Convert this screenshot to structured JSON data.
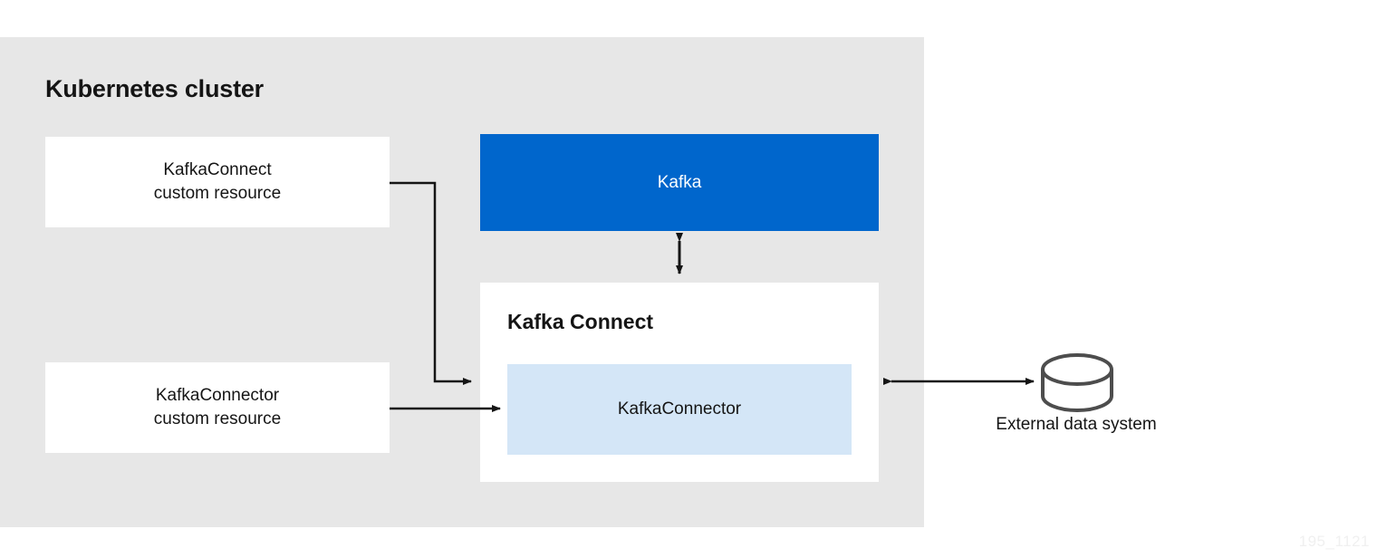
{
  "diagram": {
    "cluster": {
      "title": "Kubernetes cluster",
      "bg_color": "#e7e7e7"
    },
    "boxes": {
      "kafka_connect_cr": {
        "line1": "KafkaConnect",
        "line2": "custom resource",
        "fill": "#ffffff"
      },
      "kafka_connector_cr": {
        "line1": "KafkaConnector",
        "line2": "custom resource",
        "fill": "#ffffff"
      },
      "kafka": {
        "label": "Kafka",
        "fill": "#0066cc",
        "text_color": "#ffffff"
      },
      "kafka_connect": {
        "title": "Kafka Connect",
        "fill": "#ffffff"
      },
      "kafka_connector_instance": {
        "label": "KafkaConnector",
        "fill": "#d4e6f7"
      }
    },
    "external": {
      "label": "External data system",
      "icon": "database-cylinder-icon",
      "stroke": "#4d4d4d"
    },
    "connectors": {
      "kafka_to_connect": "bidirectional-vertical-arrow",
      "connect_to_external": "bidirectional-horizontal-arrow",
      "cr_to_connect": "elbow-arrow",
      "cr_to_connector": "straight-arrow",
      "stroke": "#151515"
    },
    "watermark": "195_1121"
  }
}
